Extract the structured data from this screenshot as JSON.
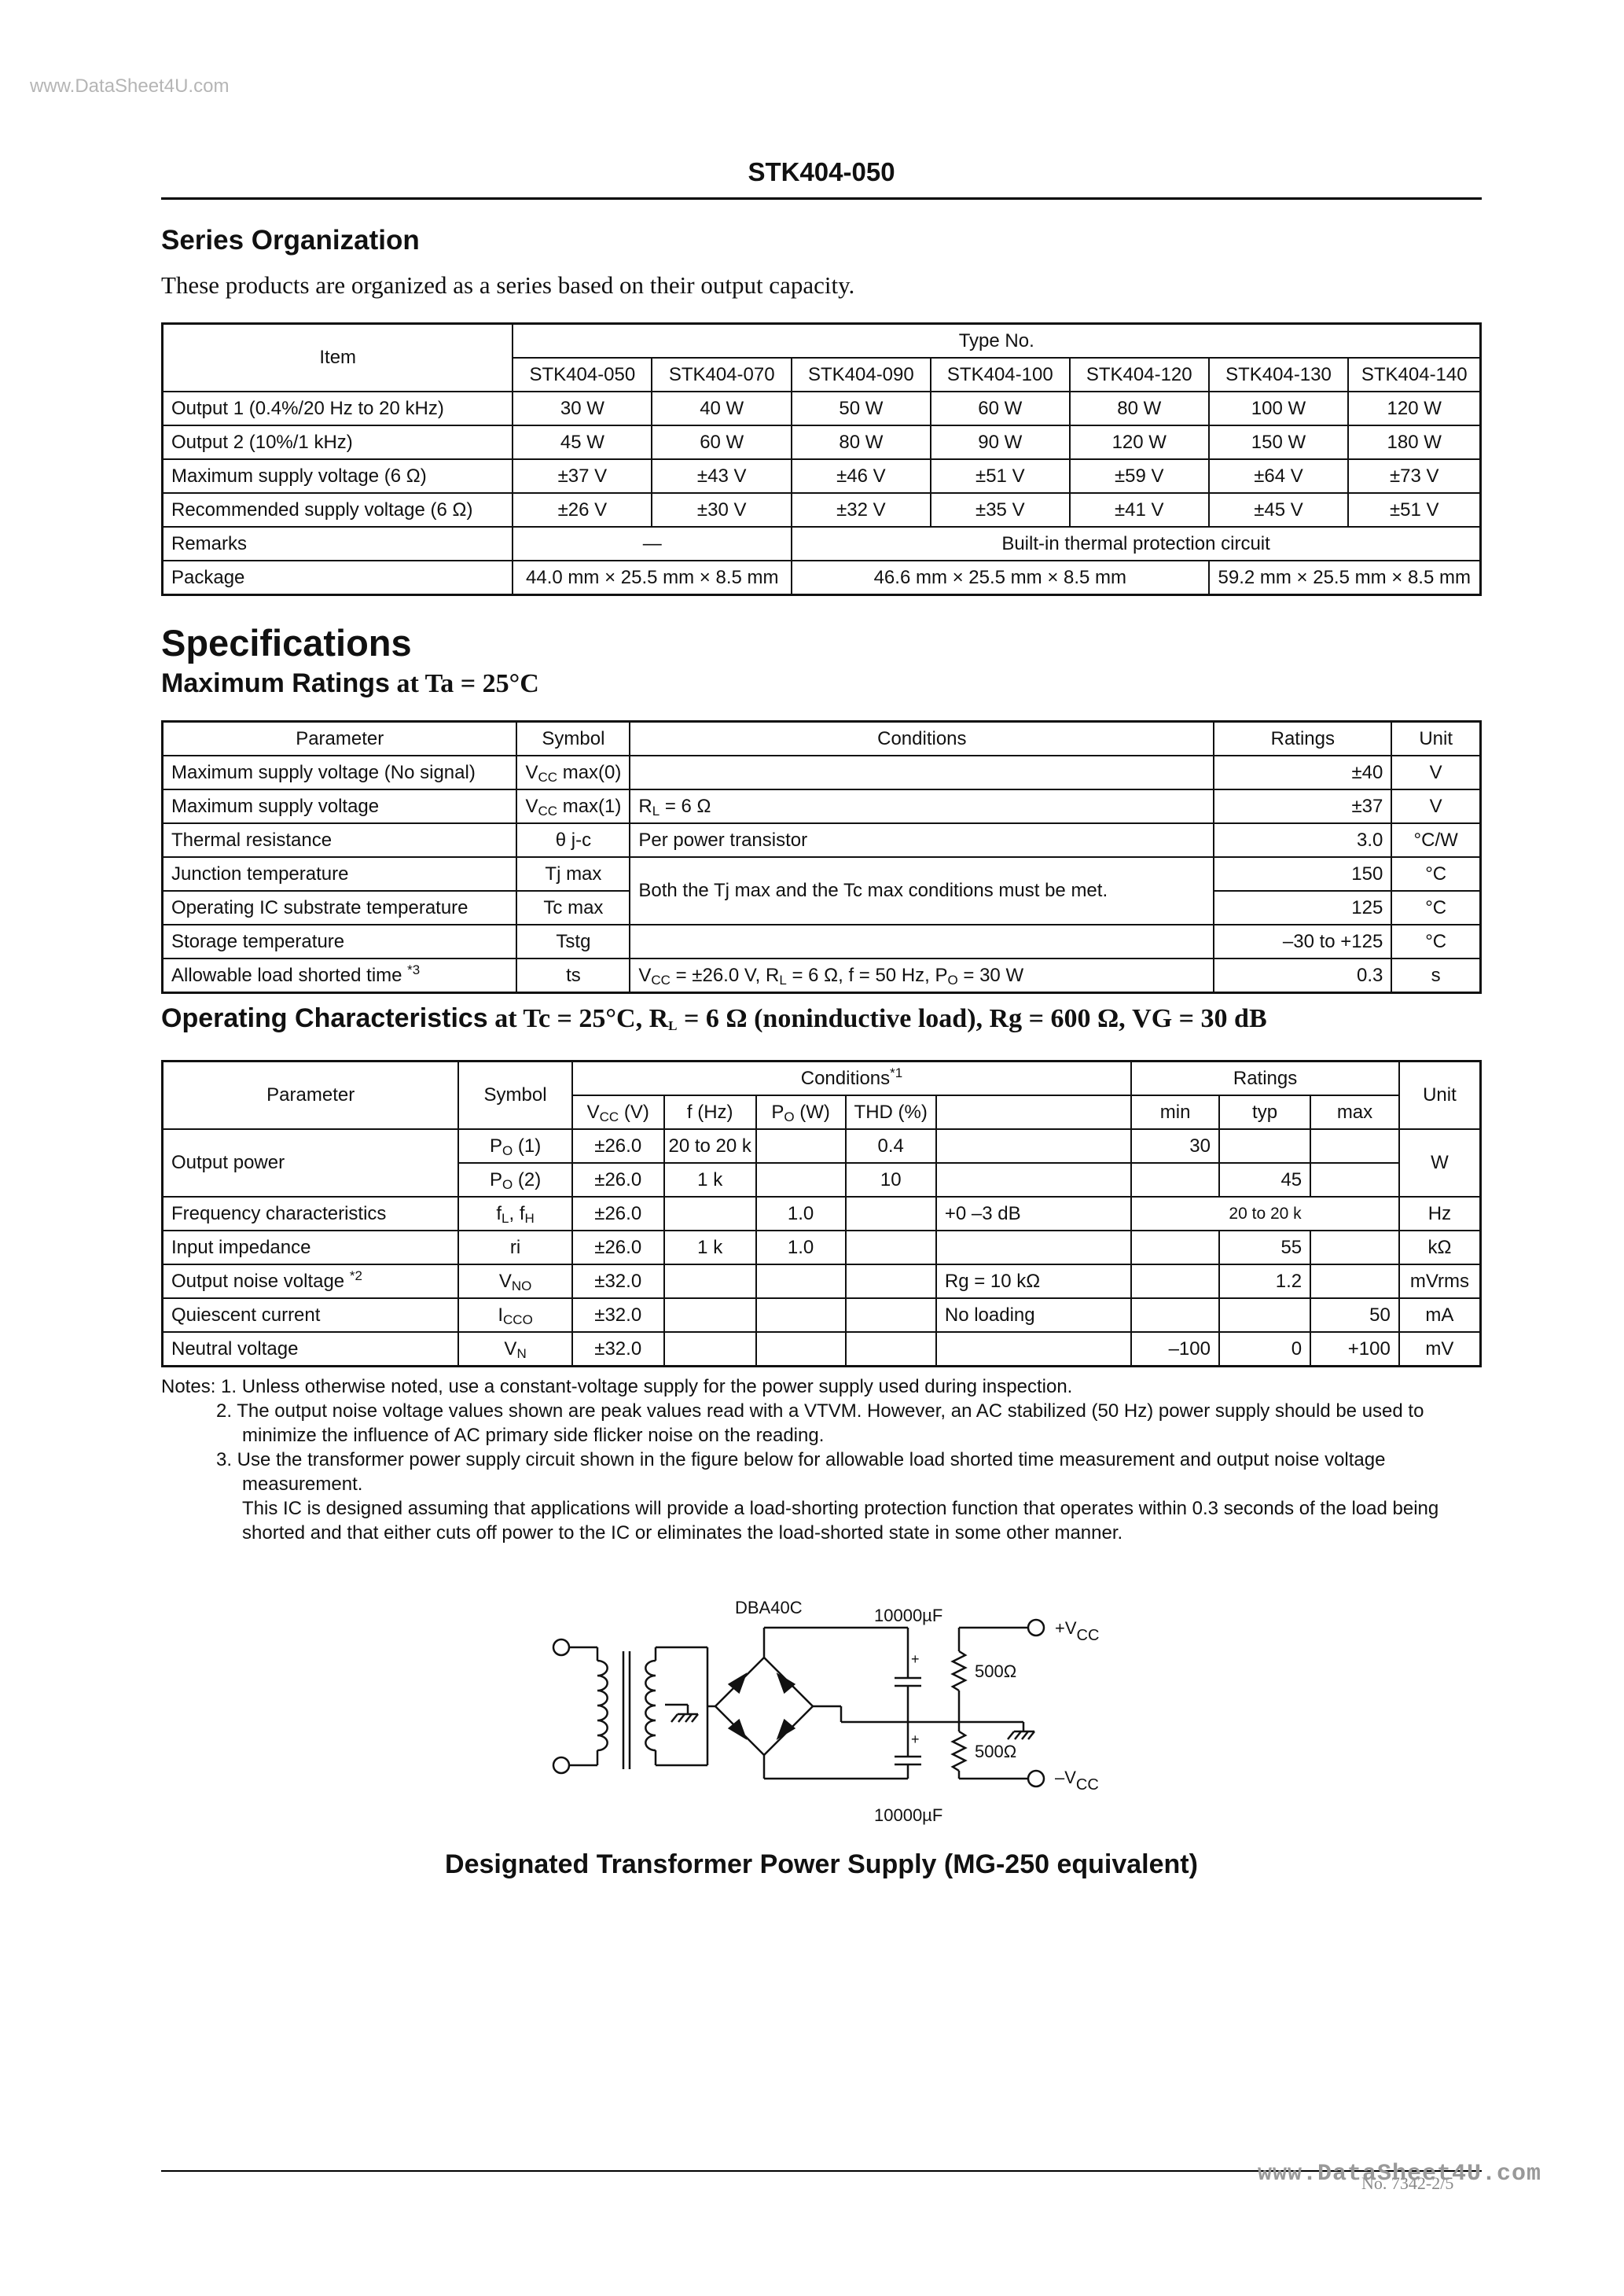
{
  "watermark_top": "www.DataSheet4U.com",
  "header_title": "STK404-050",
  "series": {
    "heading": "Series Organization",
    "intro": "These products are organized as a series based on their output capacity.",
    "item_header": "Item",
    "type_header": "Type No.",
    "types": [
      "STK404-050",
      "STK404-070",
      "STK404-090",
      "STK404-100",
      "STK404-120",
      "STK404-130",
      "STK404-140"
    ],
    "rows": [
      {
        "label": "Output 1 (0.4%/20 Hz to 20 kHz)",
        "values": [
          "30 W",
          "40 W",
          "50 W",
          "60 W",
          "80 W",
          "100 W",
          "120 W"
        ]
      },
      {
        "label": "Output 2 (10%/1 kHz)",
        "values": [
          "45 W",
          "60 W",
          "80 W",
          "90 W",
          "120 W",
          "150 W",
          "180 W"
        ]
      },
      {
        "label": "Maximum supply voltage (6 Ω)",
        "values": [
          "±37 V",
          "±43 V",
          "±46 V",
          "±51 V",
          "±59 V",
          "±64 V",
          "±73 V"
        ]
      },
      {
        "label": "Recommended supply voltage (6 Ω)",
        "values": [
          "±26 V",
          "±30 V",
          "±32 V",
          "±35 V",
          "±41 V",
          "±45 V",
          "±51 V"
        ]
      }
    ],
    "remarks_label": "Remarks",
    "remarks_first": "—",
    "remarks_rest": "Built-in thermal protection circuit",
    "package_label": "Package",
    "package_a": "44.0 mm × 25.5 mm × 8.5 mm",
    "package_b": "46.6 mm × 25.5 mm × 8.5 mm",
    "package_c": "59.2 mm × 25.5 mm × 8.5 mm"
  },
  "specs": {
    "heading": "Specifications",
    "max_ratings_heading_a": "Maximum Ratings",
    "max_ratings_heading_b": " at Ta = 25°C",
    "col_parameter": "Parameter",
    "col_symbol": "Symbol",
    "col_conditions": "Conditions",
    "col_ratings": "Ratings",
    "col_unit": "Unit",
    "r1_param": "Maximum supply voltage (No signal)",
    "r1_sym_a": "V",
    "r1_sym_sub": "CC",
    "r1_sym_b": " max(0)",
    "r1_cond": "",
    "r1_rating": "±40",
    "r1_unit": "V",
    "r2_param": "Maximum supply voltage",
    "r2_sym_a": "V",
    "r2_sym_sub": "CC",
    "r2_sym_b": " max(1)",
    "r2_cond_a": "R",
    "r2_cond_sub": "L",
    "r2_cond_b": " = 6 Ω",
    "r2_rating": "±37",
    "r2_unit": "V",
    "r3_param": "Thermal resistance",
    "r3_sym": "θ j-c",
    "r3_cond": "Per power transistor",
    "r3_rating": "3.0",
    "r3_unit": "°C/W",
    "r4_param": "Junction temperature",
    "r4_sym": "Tj max",
    "r45_cond": "Both the Tj max and the Tc max conditions must be met.",
    "r4_rating": "150",
    "r4_unit": "°C",
    "r5_param": "Operating IC substrate temperature",
    "r5_sym": "Tc max",
    "r5_rating": "125",
    "r5_unit": "°C",
    "r6_param": "Storage temperature",
    "r6_sym": "Tstg",
    "r6_rating": "–30 to +125",
    "r6_unit": "°C",
    "r7_param": "Allowable load shorted time ",
    "r7_note": "*3",
    "r7_sym": "ts",
    "r7_cond_v": "V",
    "r7_cond_vsub": "CC",
    "r7_cond_a": " = ±26.0 V, R",
    "r7_cond_rsub": "L",
    "r7_cond_b": " = 6 Ω, f = 50 Hz, P",
    "r7_cond_psub": "O",
    "r7_cond_c": " = 30 W",
    "r7_rating": "0.3",
    "r7_unit": "s"
  },
  "opchar": {
    "heading_a": "Operating Characteristics",
    "heading_b": " at Tc = 25°C, R",
    "heading_sub": "L",
    "heading_c": " = 6 Ω (noninductive load), Rg = 600 Ω, VG = 30 dB",
    "col_parameter": "Parameter",
    "col_symbol": "Symbol",
    "col_conditions": "Conditions",
    "col_cond_note": "*1",
    "col_ratings": "Ratings",
    "col_unit": "Unit",
    "sub_vcc_a": "V",
    "sub_vcc_sub": "CC",
    "sub_vcc_b": " (V)",
    "sub_f": "f (Hz)",
    "sub_po_a": "P",
    "sub_po_sub": "O",
    "sub_po_b": " (W)",
    "sub_thd": "THD (%)",
    "sub_min": "min",
    "sub_typ": "typ",
    "sub_max": "max",
    "output_power": "Output power",
    "po1_a": "P",
    "po1_sub": "O",
    "po1_b": " (1)",
    "po1_vcc": "±26.0",
    "po1_f": "20 to 20 k",
    "po1_thd": "0.4",
    "po1_min": "30",
    "po2_a": "P",
    "po2_sub": "O",
    "po2_b": " (2)",
    "po2_vcc": "±26.0",
    "po2_f": "1 k",
    "po2_thd": "10",
    "po2_typ": "45",
    "po_unit": "W",
    "fc_param": "Frequency characteristics",
    "fc_sym_a": "f",
    "fc_sym_sub1": "L",
    "fc_sym_b": ", f",
    "fc_sym_sub2": "H",
    "fc_vcc": "±26.0",
    "fc_po": "1.0",
    "fc_extra": "+0  –3 dB",
    "fc_typ": "20 to 20 k",
    "fc_unit": "Hz",
    "ii_param": "Input impedance",
    "ii_sym": "ri",
    "ii_vcc": "±26.0",
    "ii_f": "1 k",
    "ii_po": "1.0",
    "ii_typ": "55",
    "ii_unit": "kΩ",
    "nv_param": "Output noise voltage ",
    "nv_note": "*2",
    "nv_sym_a": "V",
    "nv_sym_sub": "NO",
    "nv_vcc": "±32.0",
    "nv_extra": "Rg = 10 kΩ",
    "nv_typ": "1.2",
    "nv_unit": "mVrms",
    "qc_param": "Quiescent current",
    "qc_sym_a": "I",
    "qc_sym_sub": "CCO",
    "qc_vcc": "±32.0",
    "qc_extra": "No loading",
    "qc_max": "50",
    "qc_unit": "mA",
    "nt_param": "Neutral voltage",
    "nt_sym_a": "V",
    "nt_sym_sub": "N",
    "nt_vcc": "±32.0",
    "nt_min": "–100",
    "nt_typ": "0",
    "nt_max": "+100",
    "nt_unit": "mV"
  },
  "notes": {
    "n1": "Notes: 1. Unless otherwise noted, use a constant-voltage supply for the power supply used during inspection.",
    "n2a": "2. The output noise voltage values shown are peak values read with a VTVM. However, an AC stabilized (50 Hz) power supply should be used to",
    "n2b": "minimize the influence of AC primary side flicker noise on the reading.",
    "n3a": "3. Use the transformer power supply circuit shown in the figure below for allowable load shorted time measurement and  output noise voltage",
    "n3b": "measurement.",
    "n3c": "This IC is designed assuming that applications will provide a load-shorting protection function that operates within 0.3 seconds of the load being",
    "n3d": "shorted and that either cuts off power to the IC or eliminates the load-shorted state in some other manner."
  },
  "circuit": {
    "bridge_label": "DBA40C",
    "cap_top": "10000µF",
    "cap_bottom": "10000µF",
    "res_top": "500Ω",
    "res_bottom": "500Ω",
    "plus": "+",
    "vcc_pos_a": "+V",
    "vcc_pos_sub": "CC",
    "vcc_neg_a": "–V",
    "vcc_neg_sub": "CC"
  },
  "caption": "Designated Transformer Power Supply (MG-250 equivalent)",
  "footer_number": "No. 7342-2/5",
  "footer_watermark": "www.DataSheet4U.com"
}
